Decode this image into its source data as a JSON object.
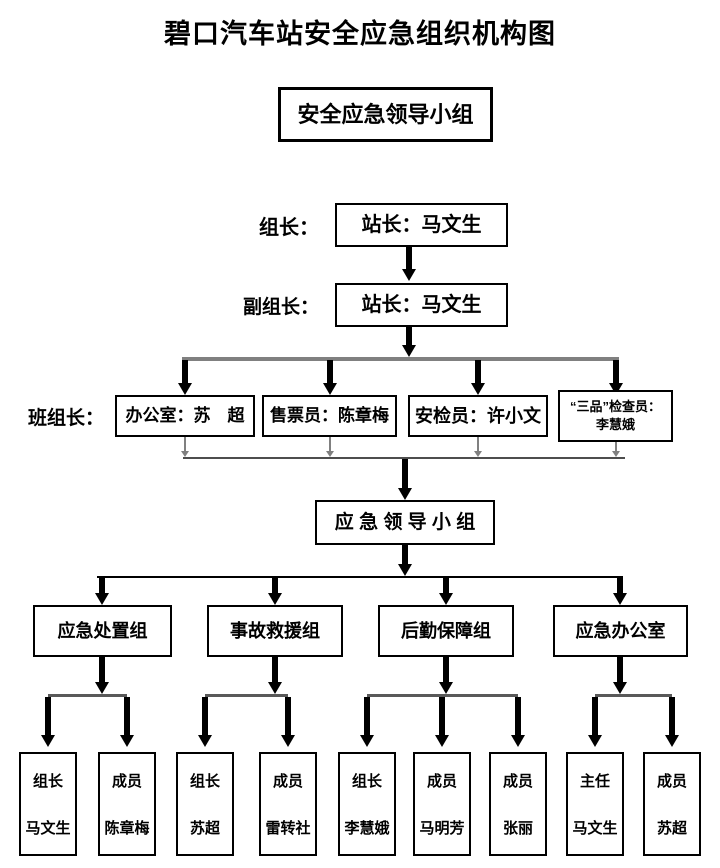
{
  "title": "碧口汽车站安全应急组织机构图",
  "top_box": {
    "label": "安全应急领导小组"
  },
  "leader_row": {
    "label": "组长：",
    "box": "站长：马文生"
  },
  "deputy_row": {
    "label": "副组长：",
    "box": "站长：马文生"
  },
  "foreman_row": {
    "label": "班组长：",
    "boxes": [
      {
        "text": "办公室：苏　超"
      },
      {
        "text": "售票员：陈章梅"
      },
      {
        "text": "安检员：许小文"
      },
      {
        "line1": "“三品”检查员：",
        "line2": "李慧娥"
      }
    ]
  },
  "middle_box": {
    "label": "应 急 领 导 小 组"
  },
  "groups": [
    {
      "name": "应急处置组"
    },
    {
      "name": "事故救援组"
    },
    {
      "name": "后勤保障组"
    },
    {
      "name": "应急办公室"
    }
  ],
  "members": [
    {
      "role": "组长",
      "name": "马文生"
    },
    {
      "role": "成员",
      "name": "陈章梅"
    },
    {
      "role": "组长",
      "name": "苏超"
    },
    {
      "role": "成员",
      "name": "雷转社"
    },
    {
      "role": "组长",
      "name": "李慧娥"
    },
    {
      "role": "成员",
      "name": "马明芳"
    },
    {
      "role": "成员",
      "name": "张丽"
    },
    {
      "role": "主任",
      "name": "马文生"
    },
    {
      "role": "成员",
      "name": "苏超"
    }
  ],
  "colors": {
    "distribution_line_gray": "#808080",
    "collector_line_dark": "#4d4d4d",
    "line_black": "#000000"
  }
}
